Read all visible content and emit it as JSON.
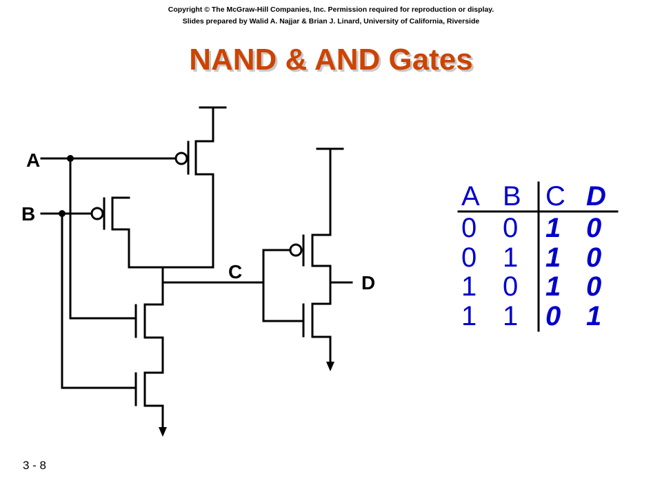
{
  "header": {
    "copyright": "Copyright © The McGraw-Hill Companies, Inc. Permission required for reproduction or display.",
    "credit": "Slides prepared by Walid A. Najjar & Brian J. Linard, University of California, Riverside"
  },
  "title": "NAND & AND Gates",
  "slide_number": "3 - 8",
  "circuit": {
    "labels": {
      "a": "A",
      "b": "B",
      "c": "C",
      "d": "D"
    }
  },
  "truth_table": {
    "headers": [
      "A",
      "B",
      "C",
      "D"
    ],
    "rows": [
      [
        "0",
        "0",
        "1",
        "0"
      ],
      [
        "0",
        "1",
        "1",
        "0"
      ],
      [
        "1",
        "0",
        "1",
        "0"
      ],
      [
        "1",
        "1",
        "0",
        "1"
      ]
    ],
    "colors": {
      "text": "#0000cc"
    }
  },
  "colors": {
    "title": "#cc4400"
  }
}
